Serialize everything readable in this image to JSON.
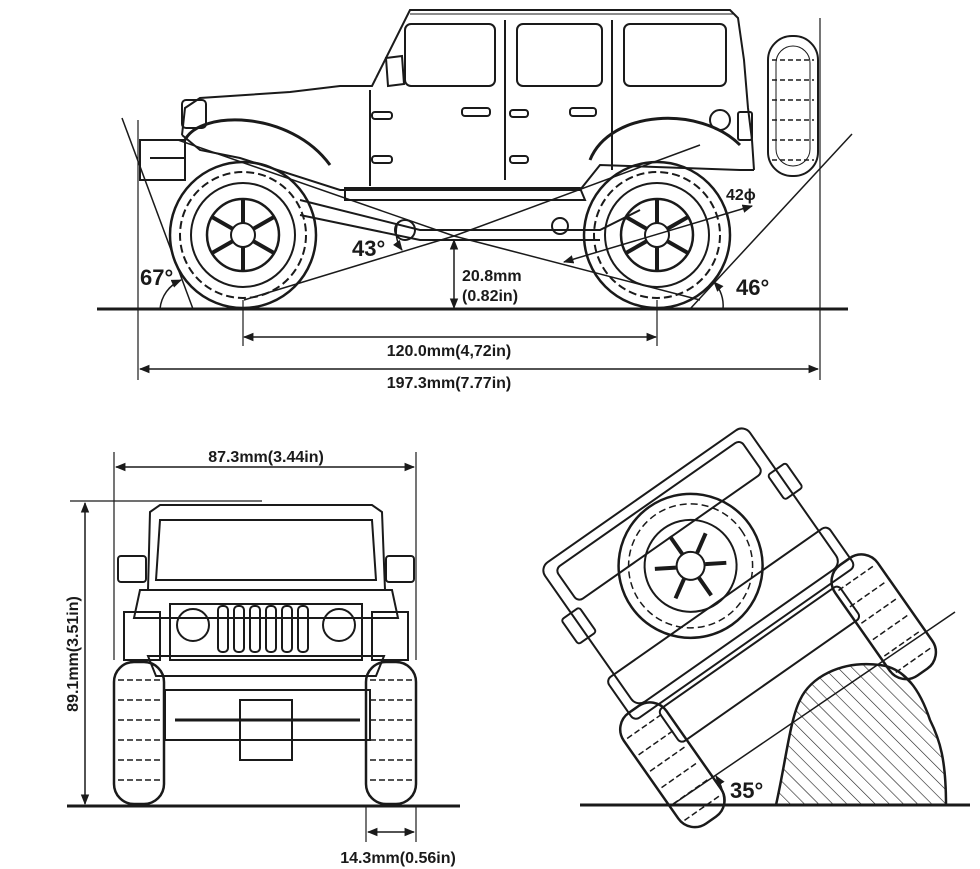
{
  "side_view": {
    "approach_angle": "67°",
    "breakover_angle": "43°",
    "departure_angle": "46°",
    "ground_clearance_line1": "20.8mm",
    "ground_clearance_line2": "(0.82in)",
    "wheelbase": "120.0mm(4,72in)",
    "overall_length": "197.3mm(7.77in)",
    "tire_diameter": "42ϕ"
  },
  "front_view": {
    "overall_width": "87.3mm(3.44in)",
    "overall_height": "89.1mm(3.51in)",
    "tire_width": "14.3mm(0.56in)"
  },
  "rear_tilt_view": {
    "tilt_angle": "35°"
  },
  "colors": {
    "ink": "#1a1a1a",
    "background": "#ffffff"
  }
}
